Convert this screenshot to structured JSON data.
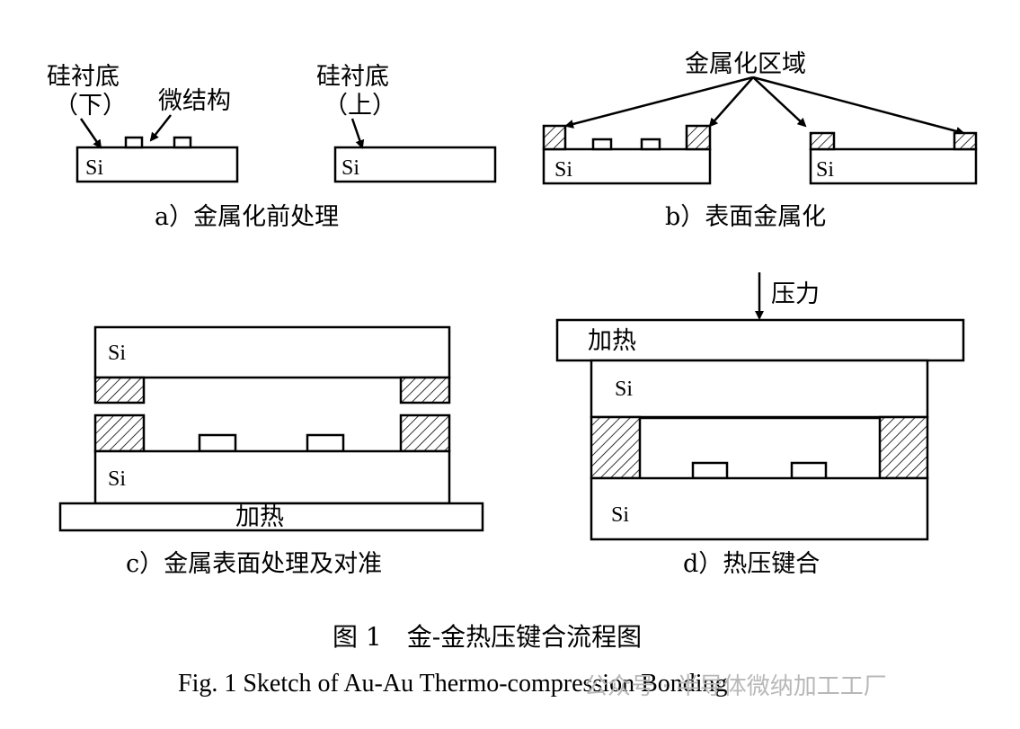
{
  "panels": {
    "a": {
      "caption": "a）金属化前处理",
      "label_bottom_substrate_line1": "硅衬底",
      "label_bottom_substrate_line2": "（下）",
      "label_microstructure": "微结构",
      "label_top_substrate_line1": "硅衬底",
      "label_top_substrate_line2": "（上）",
      "si_left": "Si",
      "si_right": "Si"
    },
    "b": {
      "caption": "b）表面金属化",
      "label_metallized_area": "金属化区域",
      "si_left": "Si",
      "si_right": "Si"
    },
    "c": {
      "caption": "c）金属表面处理及对准",
      "si_top": "Si",
      "si_bottom": "Si",
      "heater": "加热"
    },
    "d": {
      "caption": "d）热压键合",
      "pressure": "压力",
      "heater": "加热",
      "si_top": "Si",
      "si_bottom": "Si"
    }
  },
  "figure": {
    "caption_cn": "图 1　金-金热压键合流程图",
    "caption_en": "Fig.  1    Sketch of Au-Au Thermo-compression Bonding"
  },
  "watermark": "公众号 · 半导体微纳加工工厂"
}
